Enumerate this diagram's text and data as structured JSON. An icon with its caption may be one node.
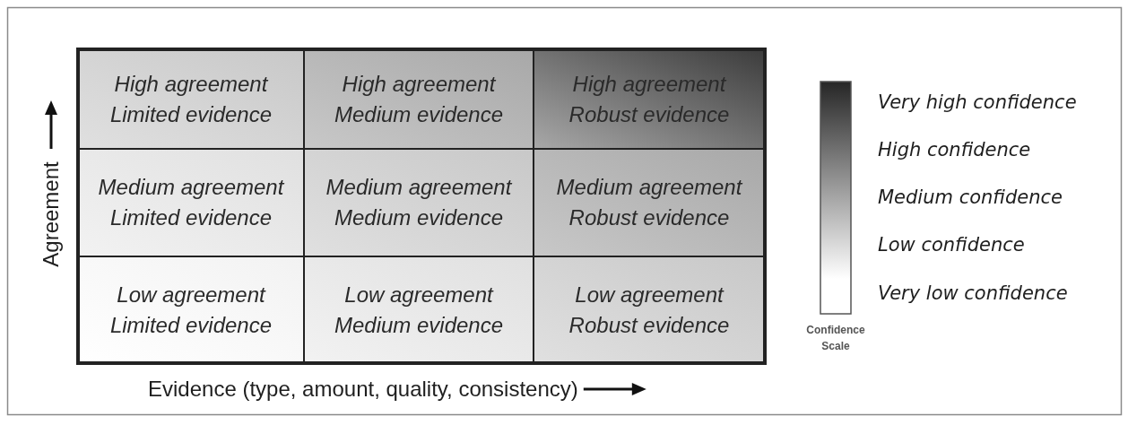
{
  "diagram": {
    "nodes": [
      {
        "text": [
          "High agreement",
          "Limited evidence"
        ]
      },
      {
        "text": [
          "High agreement",
          "Medium evidence"
        ]
      },
      {
        "text": [
          "High agreement",
          "Robust evidence"
        ]
      },
      {
        "text": [
          "Medium agreement",
          "Limited evidence"
        ]
      },
      {
        "text": [
          "Medium agreement",
          "Medium evidence"
        ]
      },
      {
        "text": [
          "Medium agreement",
          "Robust evidence"
        ]
      },
      {
        "text": [
          "Low agreement",
          "Limited evidence"
        ]
      },
      {
        "text": [
          "Low agreement",
          "Medium evidence"
        ]
      },
      {
        "text": [
          "Low agreement",
          "Robust evidence"
        ]
      }
    ],
    "labels": [
      "Agreement",
      "Very high confidence",
      "High confidence",
      "Medium confidence",
      "Low confidence",
      "Very low confidence",
      "Confidence Scale",
      "Evidence (type, amount, quality, consistency)"
    ]
  }
}
